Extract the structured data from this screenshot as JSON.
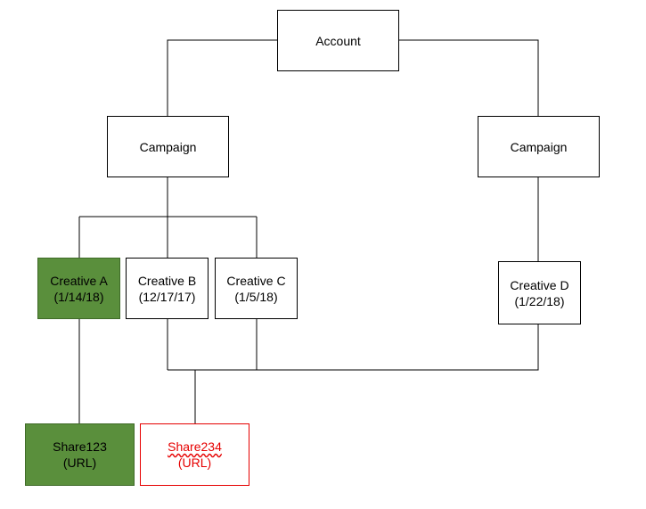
{
  "colors": {
    "line": "#000000",
    "selected_fill": "#5a8f3c",
    "highlight_red": "#e60000"
  },
  "nodes": {
    "account": {
      "label": "Account"
    },
    "campaign_left": {
      "label": "Campaign"
    },
    "campaign_right": {
      "label": "Campaign"
    },
    "creative_a": {
      "label": "Creative A",
      "date": "(1/14/18)"
    },
    "creative_b": {
      "label": "Creative B",
      "date": "(12/17/17)"
    },
    "creative_c": {
      "label": "Creative C",
      "date": "(1/5/18)"
    },
    "creative_d": {
      "label": "Creative D",
      "date": "(1/22/18)"
    },
    "share123": {
      "label": "Share123",
      "sub": "(URL)"
    },
    "share234": {
      "label": "Share234",
      "sub": "(URL)"
    }
  }
}
